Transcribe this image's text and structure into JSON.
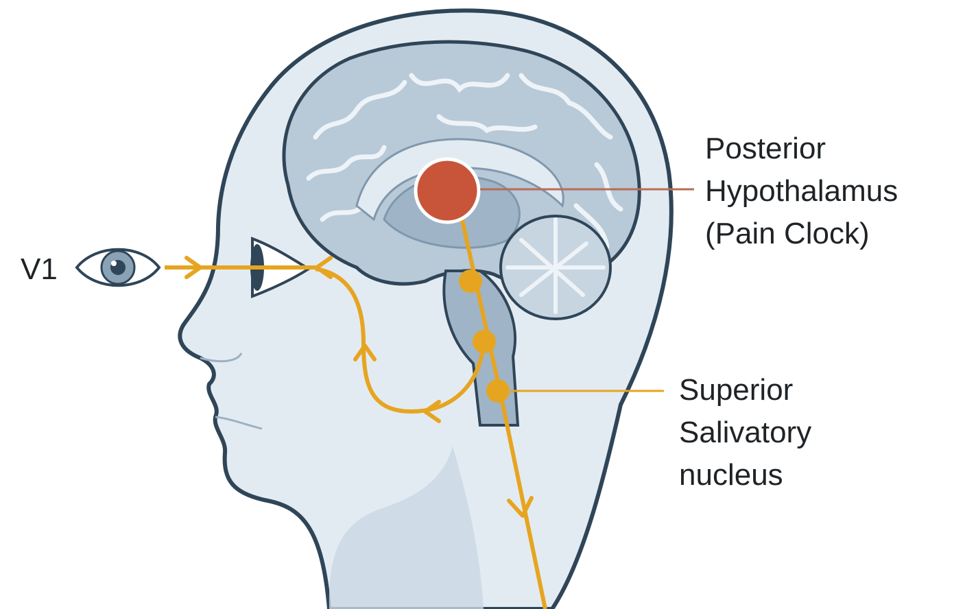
{
  "labels": {
    "v1": "V1",
    "posterior_hypothalamus": [
      "Posterior",
      "Hypothalamus",
      "(Pain Clock)"
    ],
    "superior_salivatory_nucleus": [
      "Superior",
      "Salivatory",
      "nucleus"
    ]
  },
  "colors": {
    "head_fill": "#e3ebf2",
    "outline": "#2f4558",
    "brain_fill": "#b8c9d8",
    "brain_dark": "#7f98ad",
    "pathway": "#e6a521",
    "hypothalamus": "#c8553a",
    "leader_red": "#b96c55"
  },
  "icons": [
    "eye-icon",
    "arrow-right-icon",
    "arrow-left-icon",
    "arrow-up-icon",
    "arrow-down-icon"
  ]
}
